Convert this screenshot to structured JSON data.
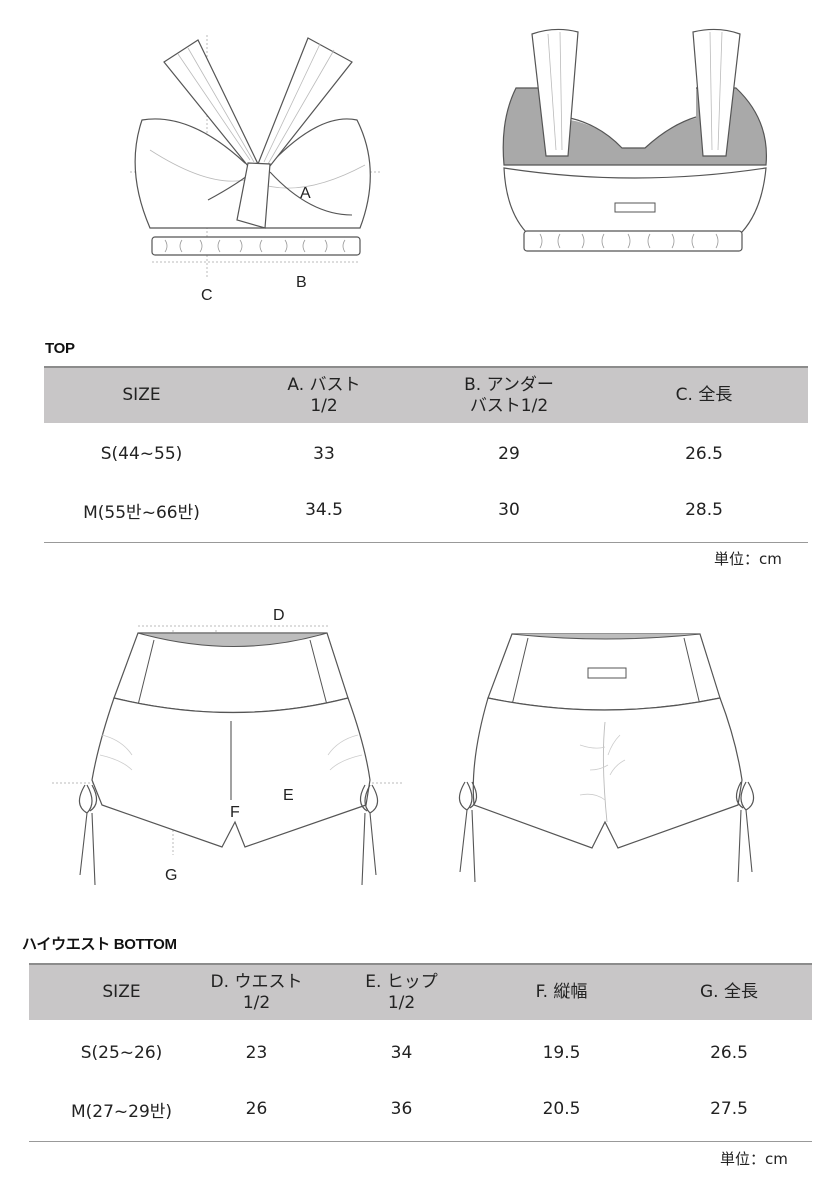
{
  "top_section": {
    "diagram_labels": {
      "a": "A",
      "b": "B",
      "c": "C"
    },
    "title": "TOP",
    "table": {
      "headers": [
        "SIZE",
        "A. バスト\n1/2",
        "B. アンダー\nバスト1/2",
        "C. 全長"
      ],
      "rows": [
        [
          "S(44~55)",
          "33",
          "29",
          "26.5"
        ],
        [
          "M(55반~66반)",
          "34.5",
          "30",
          "28.5"
        ]
      ]
    },
    "unit": "単位：cm"
  },
  "bottom_section": {
    "diagram_labels": {
      "d": "D",
      "e": "E",
      "f": "F",
      "g": "G"
    },
    "title": "ハイウエスト BOTTOM",
    "table": {
      "headers": [
        "SIZE",
        "D. ウエスト\n1/2",
        "E. ヒップ\n1/2",
        "F. 縦幅",
        "G. 全長"
      ],
      "rows": [
        [
          "S(25~26)",
          "23",
          "34",
          "19.5",
          "26.5"
        ],
        [
          "M(27~29반)",
          "26",
          "36",
          "20.5",
          "27.5"
        ]
      ]
    },
    "unit": "単位：cm"
  },
  "colors": {
    "header_bg": "#c8c6c7",
    "lining_gray": "#a9a9a9",
    "line": "#555555"
  }
}
